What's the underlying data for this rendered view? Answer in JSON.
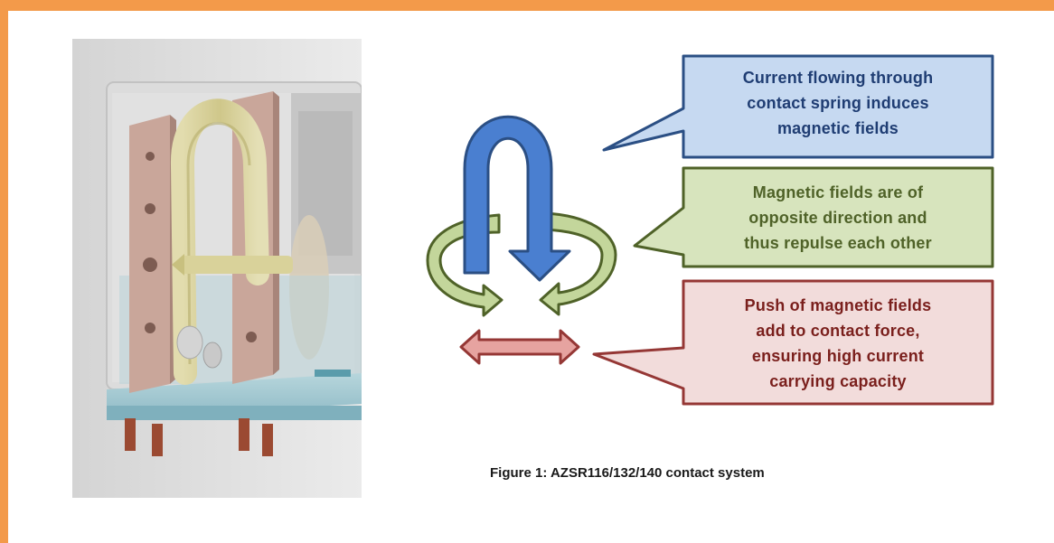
{
  "colors": {
    "frame": "#f39a4a",
    "callout_blue_fill": "#c6d9f1",
    "callout_blue_stroke": "#2b4f84",
    "callout_blue_text": "#1f3d73",
    "callout_green_fill": "#d7e4bd",
    "callout_green_stroke": "#4f6228",
    "callout_green_text": "#4f6228",
    "callout_red_fill": "#f2dcdb",
    "callout_red_stroke": "#953735",
    "callout_red_text": "#7a1f1c",
    "arrow_blue": "#4a7fd0",
    "arrow_green": "#c3d69b",
    "arrow_red": "#e6a3a0"
  },
  "callouts": {
    "current": {
      "line1": "Current flowing through",
      "line2": "contact spring induces",
      "line3": "magnetic fields"
    },
    "fields": {
      "line1": "Magnetic fields are of",
      "line2": "opposite direction and",
      "line3": "thus repulse each other"
    },
    "push": {
      "line1": "Push of magnetic fields",
      "line2": "add to contact force,",
      "line3": "ensuring high current",
      "line4": "carrying capacity"
    }
  },
  "caption": "Figure 1: AZSR116/132/140 contact system",
  "icons": {
    "current_arrow": "u-turn-arrow-icon",
    "field_arrows": "circular-arrow-icon",
    "force_arrow": "double-headed-arrow-icon"
  }
}
